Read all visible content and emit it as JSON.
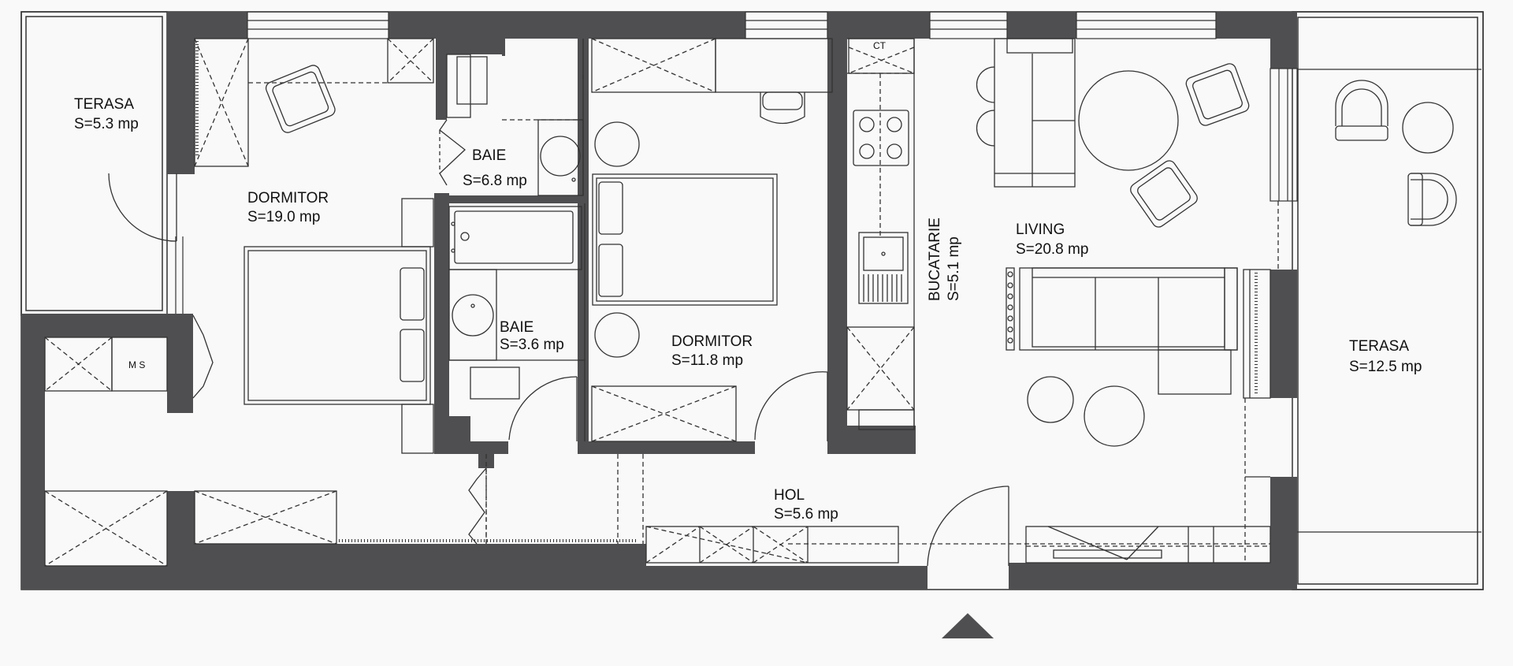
{
  "rooms": {
    "terasa_left": {
      "name": "TERASA",
      "area": "S=5.3 mp"
    },
    "dormitor_master": {
      "name": "DORMITOR",
      "area": "S=19.0 mp"
    },
    "baie_1": {
      "name": "BAIE",
      "area": "S=6.8 mp"
    },
    "baie_2": {
      "name": "BAIE",
      "area": "S=3.6 mp"
    },
    "dormitor_2": {
      "name": "DORMITOR",
      "area": "S=11.8 mp"
    },
    "bucatarie": {
      "name": "BUCATARIE",
      "area": "S=5.1 mp"
    },
    "living": {
      "name": "LIVING",
      "area": "S=20.8 mp"
    },
    "terasa_right": {
      "name": "TERASA",
      "area": "S=12.5 mp"
    },
    "hol": {
      "name": "HOL",
      "area": "S=5.6 mp"
    }
  },
  "tags": {
    "ms": "M S",
    "ct": "CT"
  },
  "colors": {
    "wall": "#4f4f51",
    "line": "#333333",
    "background": "#f9f9f9"
  }
}
